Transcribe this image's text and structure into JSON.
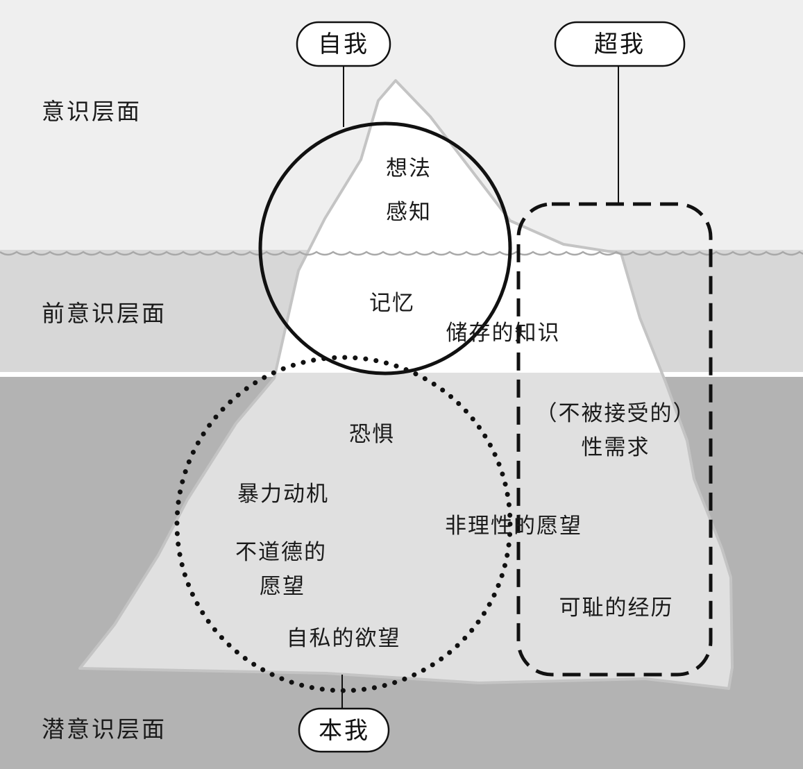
{
  "levels": {
    "conscious": "意识层面",
    "preconscious": "前意识层面",
    "unconscious": "潜意识层面"
  },
  "structures": {
    "ego": "自我",
    "superego": "超我",
    "id": "本我"
  },
  "contents": {
    "thoughts": "想法",
    "perceptions": "感知",
    "memories": "记忆",
    "stored_knowledge": "储存的知识",
    "fears": "恐惧",
    "violent_motives": "暴力动机",
    "immoral_urges_line1": "不道德的",
    "immoral_urges_line2": "愿望",
    "selfish_needs": "自私的欲望",
    "unacceptable_sexual_desires_line1": "（不被接受的）",
    "unacceptable_sexual_desires_line2": "性需求",
    "irrational_wishes": "非理性的愿望",
    "shameful_experiences": "可耻的经历"
  },
  "colors": {
    "conscious_bg": "#efefef",
    "preconscious_bg": "#d7d7d7",
    "unconscious_bg": "#b3b3b3",
    "iceberg_above": "#ffffff",
    "iceberg_below": "#e0e0e0",
    "iceberg_outline": "#c4c4c4",
    "stroke": "#111111"
  }
}
